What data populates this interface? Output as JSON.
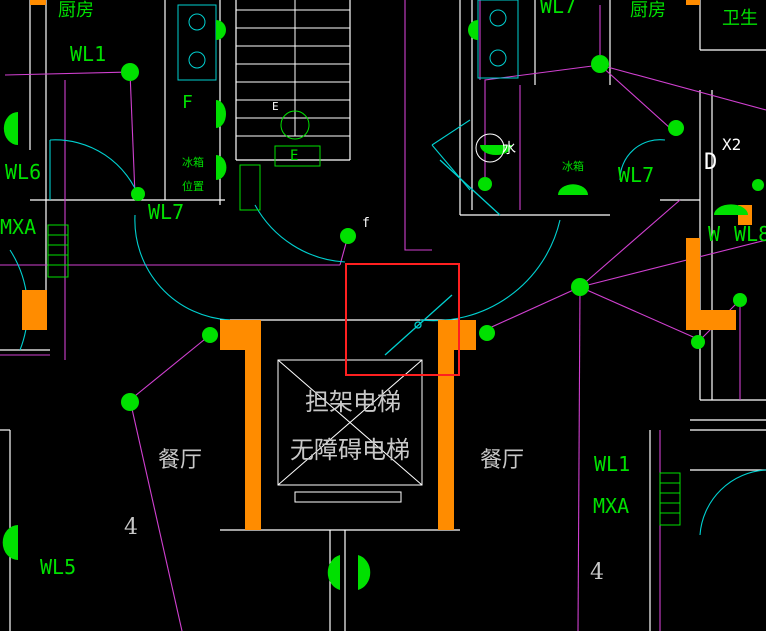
{
  "colors": {
    "background": "#000000",
    "wall": "#ffffff",
    "wiring": "#d040d0",
    "fixture": "#00e000",
    "door": "#00d0d0",
    "column": "#ff8c00",
    "label": "#00e000",
    "room": "#c8c8c8",
    "highlight": "#ff2020"
  },
  "labels": {
    "kitchen_left": "厨房",
    "kitchen_right": "厨房",
    "bath_right": "卫生",
    "wl7_top": "WL7",
    "wl1_left": "WL1",
    "wl6": "WL6",
    "mxa_left": "MXA",
    "wl7_left": "WL7",
    "wl7_right": "WL7",
    "wl8_right": "WL8",
    "w_right": "W",
    "fridge_left": "冰箱",
    "fridge_left_2": "位置",
    "fridge_right": "冰箱",
    "water_right": "水",
    "elevator_line1": "担架电梯",
    "elevator_line2": "无障碍电梯",
    "dining_left": "餐厅",
    "dining_right": "餐厅",
    "wl1_right": "WL1",
    "mxa_right": "MXA",
    "wl5": "WL5",
    "floor_num_left": "4",
    "floor_num_right": "4",
    "letter_e_1": "E",
    "letter_e_2": "E",
    "letter_f_1": "F",
    "letter_f_2": "f",
    "letter_x": "X2",
    "letter_d": "D"
  },
  "icons": [
    "ceiling-lamp-icon",
    "wall-lamp-icon",
    "gas-stove-icon",
    "water-meter-icon",
    "door-swing-icon"
  ]
}
